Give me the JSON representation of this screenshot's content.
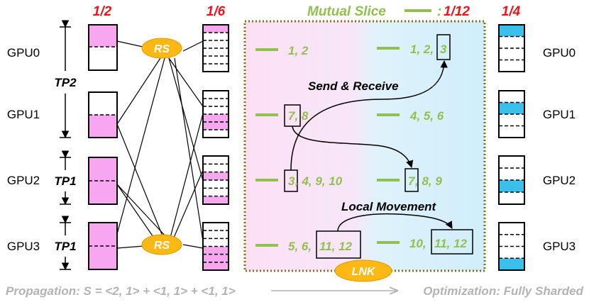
{
  "headers": {
    "col1": "1/2",
    "col2": "1/6",
    "mutual_prefix": "Mutual Slice",
    "mutual_colon": ":",
    "mutual_value": "1/12",
    "col4": "1/4"
  },
  "gpus_left": [
    "GPU0",
    "GPU1",
    "GPU2",
    "GPU3"
  ],
  "gpus_right": [
    "GPU0",
    "GPU1",
    "GPU2",
    "GPU3"
  ],
  "tp_labels": [
    "TP2",
    "TP1",
    "TP1"
  ],
  "op_labels": {
    "rs_top": "RS",
    "rs_bottom": "RS",
    "lnk": "LNK"
  },
  "annotations": {
    "send_receive": "Send & Receive",
    "local_movement": "Local Movement"
  },
  "slices_left": [
    {
      "boxed": "",
      "rest": "1, 2"
    },
    {
      "boxed": "7, 8",
      "rest": ""
    },
    {
      "boxed": "3",
      "rest": ", 4, 9, 10"
    },
    {
      "boxed": "",
      "rest": "5, 6, ",
      "boxed2": "11, 12"
    }
  ],
  "slices_right": [
    {
      "rest": "1, 2, ",
      "boxed": "3"
    },
    {
      "rest": "4, 5, 6",
      "boxed": ""
    },
    {
      "boxed": "7",
      "rest": ", 8, 9"
    },
    {
      "rest": "10, ",
      "boxed": "11, 12"
    }
  ],
  "footer": {
    "propagation": "Propagation: S = <2, 1> + <1, 1> + <1, 1>",
    "optimization": "Optimization: Fully Sharded"
  },
  "colors": {
    "red": "#e8161c",
    "green": "#92c050",
    "pink": "#f7a6ef",
    "blue": "#3bc0ec",
    "orange": "#fdb814",
    "grey": "#b3b3b3",
    "border_brown": "#8a6d1a"
  }
}
